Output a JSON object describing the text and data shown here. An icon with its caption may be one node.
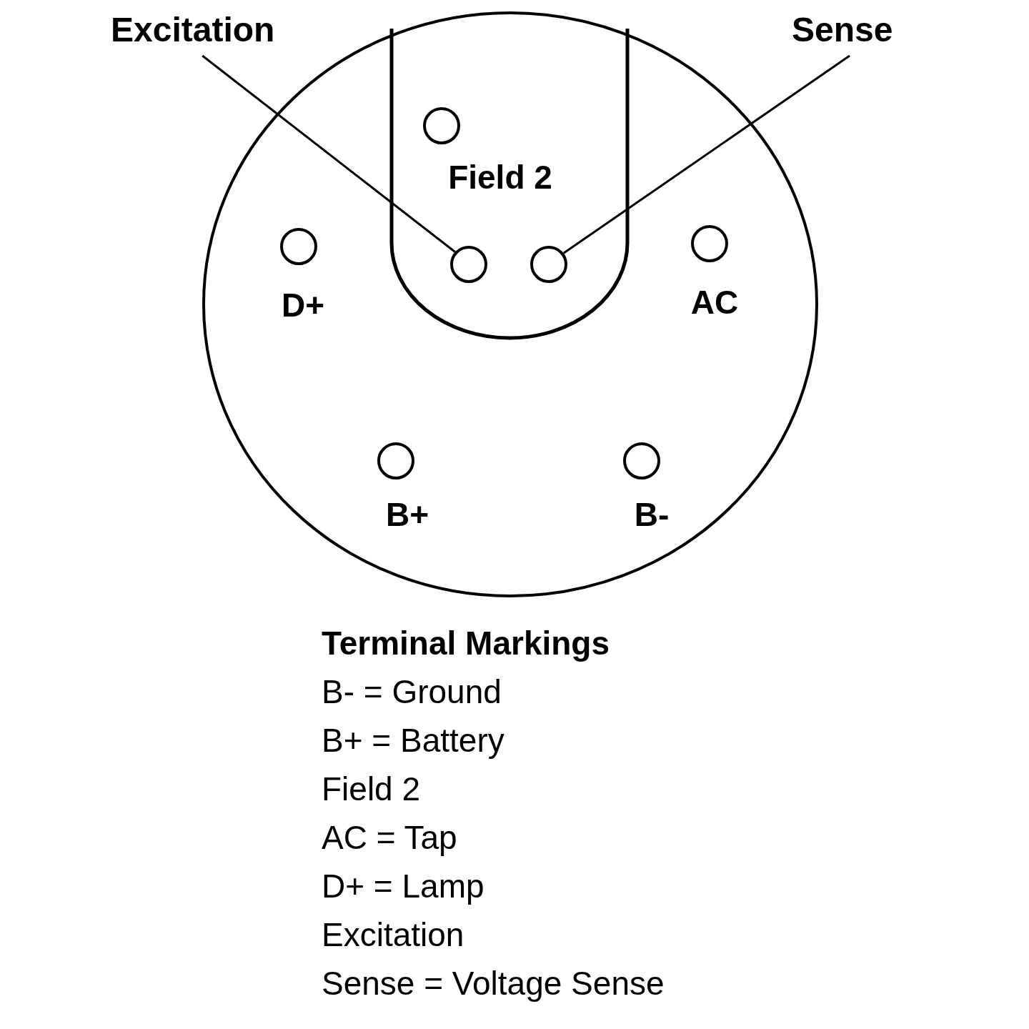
{
  "diagram": {
    "nodes": [
      {
        "text": [
          "Excitation"
        ]
      },
      {
        "text": [
          "Sense"
        ]
      },
      {
        "text": [],
        "shape": "circle"
      },
      {
        "text": [],
        "shape": "box",
        "in": 2
      },
      {
        "text": [],
        "shape": "circle",
        "in": 3,
        "beside": [
          "Field 2"
        ]
      },
      {
        "text": [],
        "shape": "circle",
        "in": 2,
        "beside": [
          "D+"
        ]
      },
      {
        "text": [],
        "shape": "circle",
        "in": 3
      },
      {
        "text": [],
        "shape": "circle",
        "in": 3
      },
      {
        "text": [],
        "shape": "circle",
        "in": 2,
        "beside": [
          "AC"
        ]
      },
      {
        "text": [],
        "shape": "circle",
        "in": 2,
        "beside": [
          "B+"
        ]
      },
      {
        "text": [],
        "shape": "circle",
        "in": 2,
        "beside": [
          "B-"
        ]
      }
    ],
    "edges": [
      {
        "from": 0,
        "to": 6,
        "arrow": "none"
      },
      {
        "from": 1,
        "to": 7,
        "arrow": "none"
      }
    ],
    "labels": [
      "Terminal Markings",
      "B- = Ground",
      "B+ = Battery",
      "Field 2",
      "AC = Tap",
      "D+ = Lamp",
      "Excitation",
      "Sense = Voltage Sense"
    ]
  }
}
